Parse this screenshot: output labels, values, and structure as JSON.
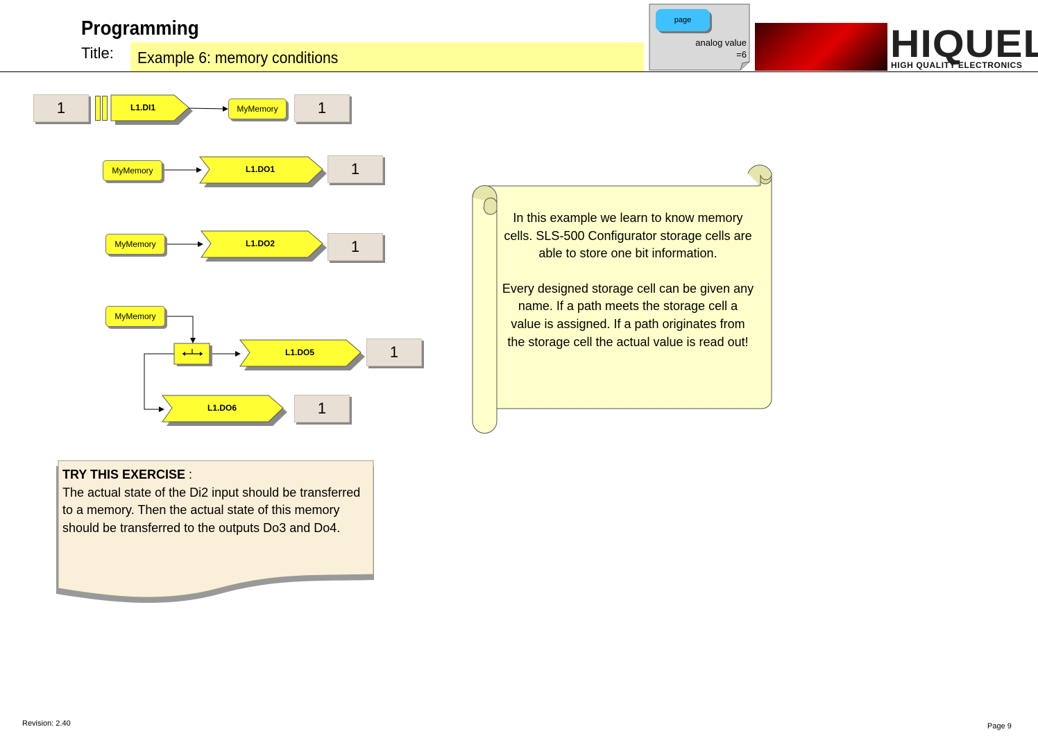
{
  "header": {
    "section": "Programming",
    "title_label": "Title:",
    "title": "Example 6: memory conditions"
  },
  "page_note": {
    "button_label": "page",
    "value_line1": "analog value",
    "value_line2": "=6"
  },
  "logo": {
    "name": "HIQUEL",
    "registered": "®",
    "tagline": "HIGH QUALITY ELECTRONICS"
  },
  "diagram": {
    "row1": {
      "input_value": "1",
      "input_label": "L1.DI1",
      "memory": "MyMemory",
      "output_value": "1"
    },
    "row2": {
      "memory": "MyMemory",
      "output_label": "L1.DO1",
      "output_value": "1"
    },
    "row3": {
      "memory": "MyMemory",
      "output_label": "L1.DO2",
      "output_value": "1"
    },
    "row4": {
      "memory": "MyMemory",
      "output_a_label": "L1.DO5",
      "output_a_value": "1",
      "output_b_label": "L1.DO6",
      "output_b_value": "1"
    }
  },
  "scroll": {
    "paragraph1": "In this example we learn to know memory cells. SLS-500 Configurator storage cells are able to store one bit information.",
    "paragraph2": "Every designed storage cell can be given any name. If a path meets the storage cell a value is assigned. If a path originates from the storage cell the actual value is read out!"
  },
  "exercise": {
    "heading": "TRY THIS EXERCISE",
    "heading_suffix": " :",
    "body": "The actual state of the Di2 input should be transferred to a memory. Then the actual state of this memory should be transferred to the outputs Do3 and Do4."
  },
  "footer": {
    "revision": "Revision: 2.40",
    "page": "Page 9"
  },
  "colors": {
    "title_bg": "#ffff99",
    "block_yellow": "#ffff33",
    "note_bg": "#ffffcc",
    "exercise_bg": "#faefd8",
    "page_button": "#3fc1ff",
    "logo_red": "#c00000"
  }
}
